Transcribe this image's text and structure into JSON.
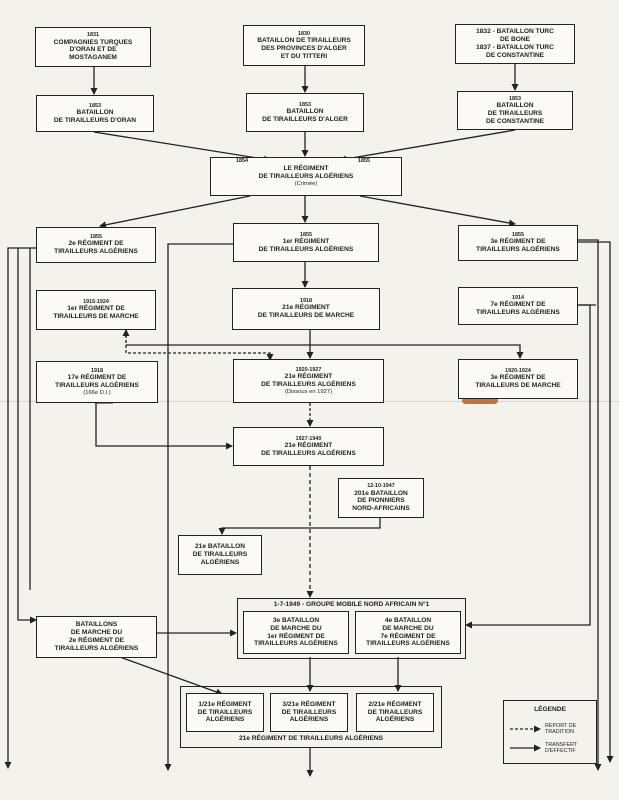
{
  "boxes": {
    "comp_turques": {
      "year": "1831",
      "lines": [
        "COMPAGNIES TURQUES",
        "D'ORAN ET DE",
        "MOSTAGANEM"
      ]
    },
    "bat_alger_titteri": {
      "year": "1830",
      "lines": [
        "BATAILLON DE TIRAILLEURS",
        "DES PROVINCES D'ALGER",
        "ET DU TITTERI"
      ]
    },
    "bat_turc": {
      "lines": [
        "1832 - BATAILLON TURC",
        "DE BONE",
        "1837 - BATAILLON TURC",
        "DE CONSTANTINE"
      ]
    },
    "bat_oran": {
      "year": "1853",
      "lines": [
        "BATAILLON",
        "DE TIRAILLEURS D'ORAN"
      ]
    },
    "bat_alger": {
      "year": "1853",
      "lines": [
        "BATAILLON",
        "DE TIRAILLEURS D'ALGER"
      ]
    },
    "bat_constantine": {
      "year": "1853",
      "lines": [
        "BATAILLON",
        "DE TIRAILLEURS",
        "DE CONSTANTINE"
      ]
    },
    "regiment_crimee": {
      "year_left": "1854",
      "year_right": "1855",
      "lines": [
        "LE RÉGIMENT",
        "DE TIRAILLEURS ALGÉRIENS"
      ],
      "note": "(Crimée)"
    },
    "rta2": {
      "year": "1855",
      "lines": [
        "2e RÉGIMENT DE",
        "TIRAILLEURS ALGÉRIENS"
      ]
    },
    "rta1": {
      "year": "1855",
      "lines": [
        "1er RÉGIMENT",
        "DE TIRAILLEURS ALGÉRIENS"
      ]
    },
    "rta3": {
      "year": "1855",
      "lines": [
        "3e RÉGIMENT DE",
        "TIRAILLEURS ALGÉRIENS"
      ]
    },
    "rtm1": {
      "year": "1915-1924",
      "lines": [
        "1er RÉGIMENT DE",
        "TIRAILLEURS DE MARCHE"
      ]
    },
    "rtm21": {
      "year": "1918",
      "lines": [
        "21e RÉGIMENT",
        "DE TIRAILLEURS DE MARCHE"
      ]
    },
    "rta7": {
      "year": "1914",
      "lines": [
        "7e RÉGIMENT DE",
        "TIRAILLEURS ALGÉRIENS"
      ]
    },
    "rta17": {
      "year": "1918",
      "lines": [
        "17e RÉGIMENT DE",
        "TIRAILLEURS ALGÉRIENS"
      ],
      "note": "(166e D.I.)"
    },
    "rta21_1920": {
      "year": "1920-1927",
      "lines": [
        "21e RÉGIMENT",
        "DE TIRAILLEURS ALGÉRIENS"
      ],
      "note": "(Dissous en 1927)"
    },
    "rtm3": {
      "year": "1920-1924",
      "lines": [
        "3e RÉGIMENT DE",
        "TIRAILLEURS DE MARCHE"
      ]
    },
    "rta21_1927": {
      "year": "1927-1940",
      "lines": [
        "21e RÉGIMENT",
        "DE TIRAILLEURS ALGÉRIENS"
      ]
    },
    "bpna201": {
      "year": "12-10-1947",
      "lines": [
        "201e BATAILLON",
        "DE PIONNIERS",
        "NORD-AFRICAINS"
      ]
    },
    "bta21": {
      "lines": [
        "21e BATAILLON",
        "DE TIRAILLEURS",
        "ALGÉRIENS"
      ]
    },
    "bat_marche2": {
      "lines": [
        "BATAILLONS",
        "DE MARCHE DU",
        "2e RÉGIMENT DE",
        "TIRAILLEURS ALGÉRIENS"
      ]
    },
    "gmna_bat3": {
      "lines": [
        "3e BATAILLON",
        "DE MARCHE DU",
        "1er RÉGIMENT DE",
        "TIRAILLEURS ALGÉRIENS"
      ]
    },
    "gmna_bat4": {
      "lines": [
        "4e BATAILLON",
        "DE MARCHE DU",
        "7e RÉGIMENT DE",
        "TIRAILLEURS ALGÉRIENS"
      ]
    },
    "rta_1_21": {
      "lines": [
        "1/21e RÉGIMENT",
        "DE TIRAILLEURS",
        "ALGÉRIENS"
      ]
    },
    "rta_3_21": {
      "lines": [
        "3/21e RÉGIMENT",
        "DE TIRAILLEURS",
        "ALGÉRIENS"
      ]
    },
    "rta_2_21": {
      "lines": [
        "2/21e RÉGIMENT",
        "DE TIRAILLEURS",
        "ALGÉRIENS"
      ]
    }
  },
  "groups": {
    "gmna_title": "1-7-1949 - GROUPE MOBILE NORD AFRICAIN N°1",
    "rta21_final_title": "21e RÉGIMENT DE TIRAILLEURS ALGÉRIENS"
  },
  "legend": {
    "title": "LÉGENDE",
    "tradition": [
      "REPORT DE",
      "TRADITION"
    ],
    "transfert": [
      "TRANSFERT",
      "D'EFFECTIF"
    ]
  }
}
